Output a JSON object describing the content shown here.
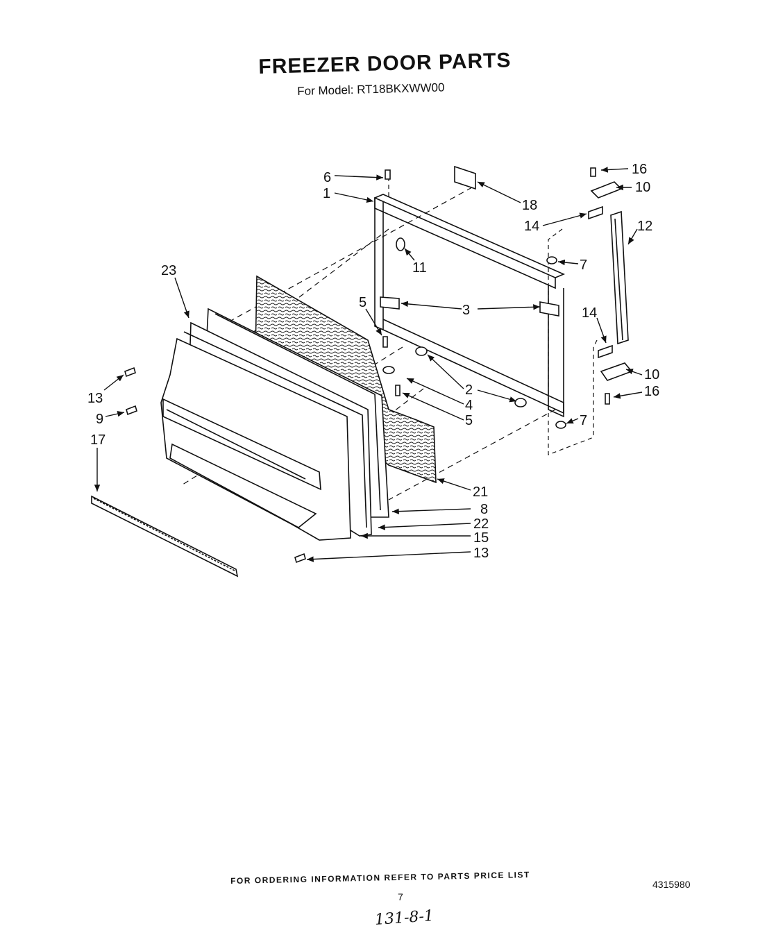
{
  "header": {
    "title": "FREEZER DOOR PARTS",
    "subtitle": "For Model: RT18BKXWW00"
  },
  "footer": {
    "note": "FOR ORDERING INFORMATION REFER TO PARTS PRICE LIST",
    "page_number": "7",
    "doc_number": "4315980",
    "handwritten": "131-8-1"
  },
  "callouts": [
    "6",
    "1",
    "18",
    "16",
    "10",
    "14",
    "12",
    "11",
    "7",
    "23",
    "3",
    "5",
    "14",
    "2",
    "4",
    "10",
    "16",
    "13",
    "5",
    "9",
    "7",
    "17",
    "21",
    "8",
    "22",
    "15",
    "13"
  ]
}
